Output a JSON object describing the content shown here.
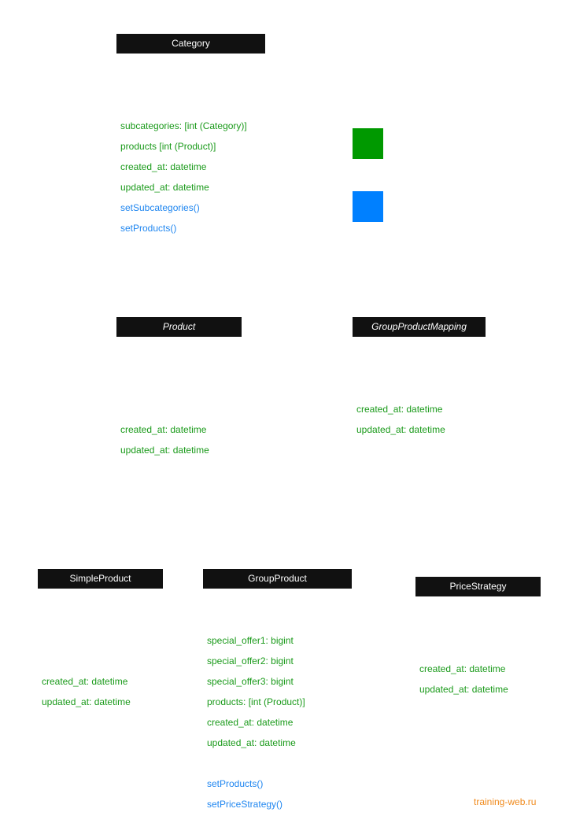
{
  "colors": {
    "attribute": "#1a9a1a",
    "method": "#1f86f0",
    "header_bg": "#111111",
    "header_text": "#ffffff",
    "legend_attribute": "#009900",
    "legend_method": "#0080ff",
    "watermark": "#f08a1c"
  },
  "classes": {
    "category": {
      "name": "Category",
      "attributes": [
        "subcategories: [int (Category)]",
        "products [int (Product)]",
        "created_at: datetime",
        "updated_at: datetime"
      ],
      "methods": [
        "setSubcategories()",
        "setProducts()"
      ]
    },
    "product": {
      "name": "Product",
      "attributes": [
        "created_at: datetime",
        "updated_at: datetime"
      ]
    },
    "group_product_mapping": {
      "name": "GroupProductMapping",
      "attributes": [
        "created_at: datetime",
        "updated_at: datetime"
      ]
    },
    "simple_product": {
      "name": "SimpleProduct",
      "attributes": [
        "created_at: datetime",
        "updated_at: datetime"
      ]
    },
    "group_product": {
      "name": "GroupProduct",
      "attributes": [
        "special_offer1: bigint",
        "special_offer2: bigint",
        "special_offer3: bigint",
        "products: [int (Product)]",
        "created_at: datetime",
        "updated_at: datetime"
      ],
      "methods": [
        "setProducts()",
        "setPriceStrategy()"
      ]
    },
    "price_strategy": {
      "name": "PriceStrategy",
      "attributes": [
        "created_at: datetime",
        "updated_at: datetime"
      ]
    }
  },
  "watermark": "training-web.ru"
}
